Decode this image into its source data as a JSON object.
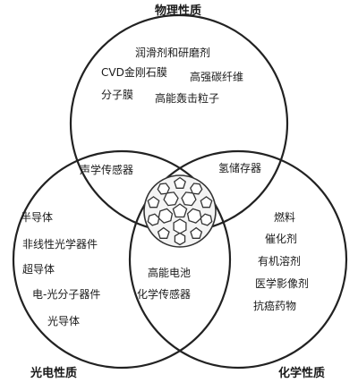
{
  "circles": {
    "physical": {
      "title": "物理性质",
      "items": [
        "润滑剂和研磨剂",
        "CVD金刚石膜",
        "高强碳纤维",
        "分子膜",
        "高能轰击粒子"
      ]
    },
    "optoelectronic": {
      "title": "光电性质",
      "items": [
        "半导体",
        "非线性光学器件",
        "超导体",
        "电-光分子器件",
        "光导体"
      ]
    },
    "chemical": {
      "title": "化学性质",
      "items": [
        "燃料",
        "催化剂",
        "有机溶剂",
        "医学影像剂",
        "抗癌药物"
      ]
    }
  },
  "overlaps": {
    "physical_optoelectronic": "声学传感器",
    "physical_chemical": "氢储存器",
    "optoelectronic_chemical": [
      "高能电池",
      "化学传感器"
    ]
  },
  "center_icon": "fullerene-c60-molecule-icon",
  "colors": {
    "stroke": "#222222",
    "text": "#1a1a1a",
    "background": "#ffffff"
  }
}
